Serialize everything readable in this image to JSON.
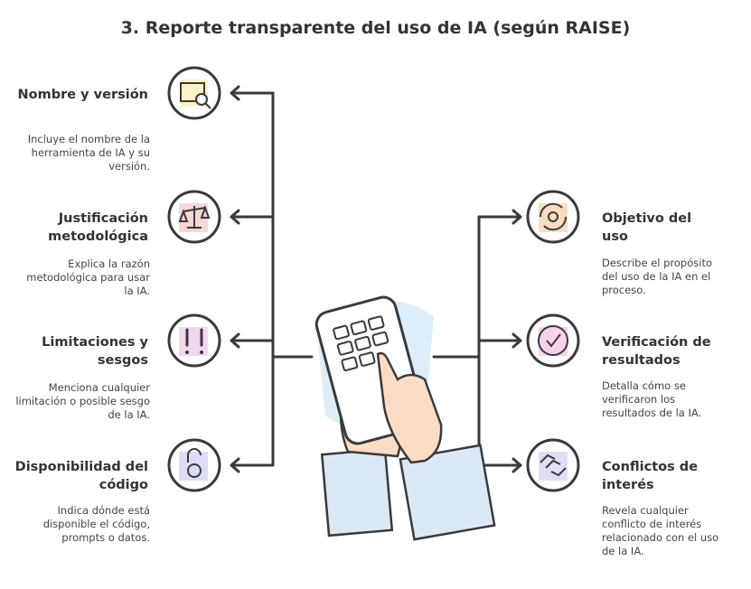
{
  "title": "3. Reporte transparente del uso de IA (según RAISE)",
  "left": [
    {
      "heading": "Nombre y versión",
      "desc": "Incluye el nombre de la herramienta de IA y su versión.",
      "icon": "table-search-icon",
      "color": "#fbf3c8"
    },
    {
      "heading": "Justificación metodológica",
      "desc": "Explica la razón metodológica para usar la IA.",
      "icon": "scale-icon",
      "color": "#f9d6d6"
    },
    {
      "heading": "Limitaciones y sesgos",
      "desc": "Menciona cualquier limitación o posible sesgo de la IA.",
      "icon": "exclamation-icon",
      "color": "#f2d8ef"
    },
    {
      "heading": "Disponibilidad del código",
      "desc": "Indica dónde está disponible el código, prompts o datos.",
      "icon": "lock-icon",
      "color": "#dcdcf7"
    }
  ],
  "right": [
    {
      "heading": "Objetivo del uso",
      "desc": "Describe el propósito del uso de la IA en el proceso.",
      "icon": "gear-cycle-icon",
      "color": "#fbdcc0"
    },
    {
      "heading": "Verificación de resultados",
      "desc": "Detalla cómo se verificaron los resultados de la IA.",
      "icon": "check-icon",
      "color": "#f8d2ea"
    },
    {
      "heading": "Conflictos de interés",
      "desc": "Revela cualquier conflicto de interés relacionado con el uso de la IA.",
      "icon": "handshake-icon",
      "color": "#e2dcf7"
    }
  ]
}
